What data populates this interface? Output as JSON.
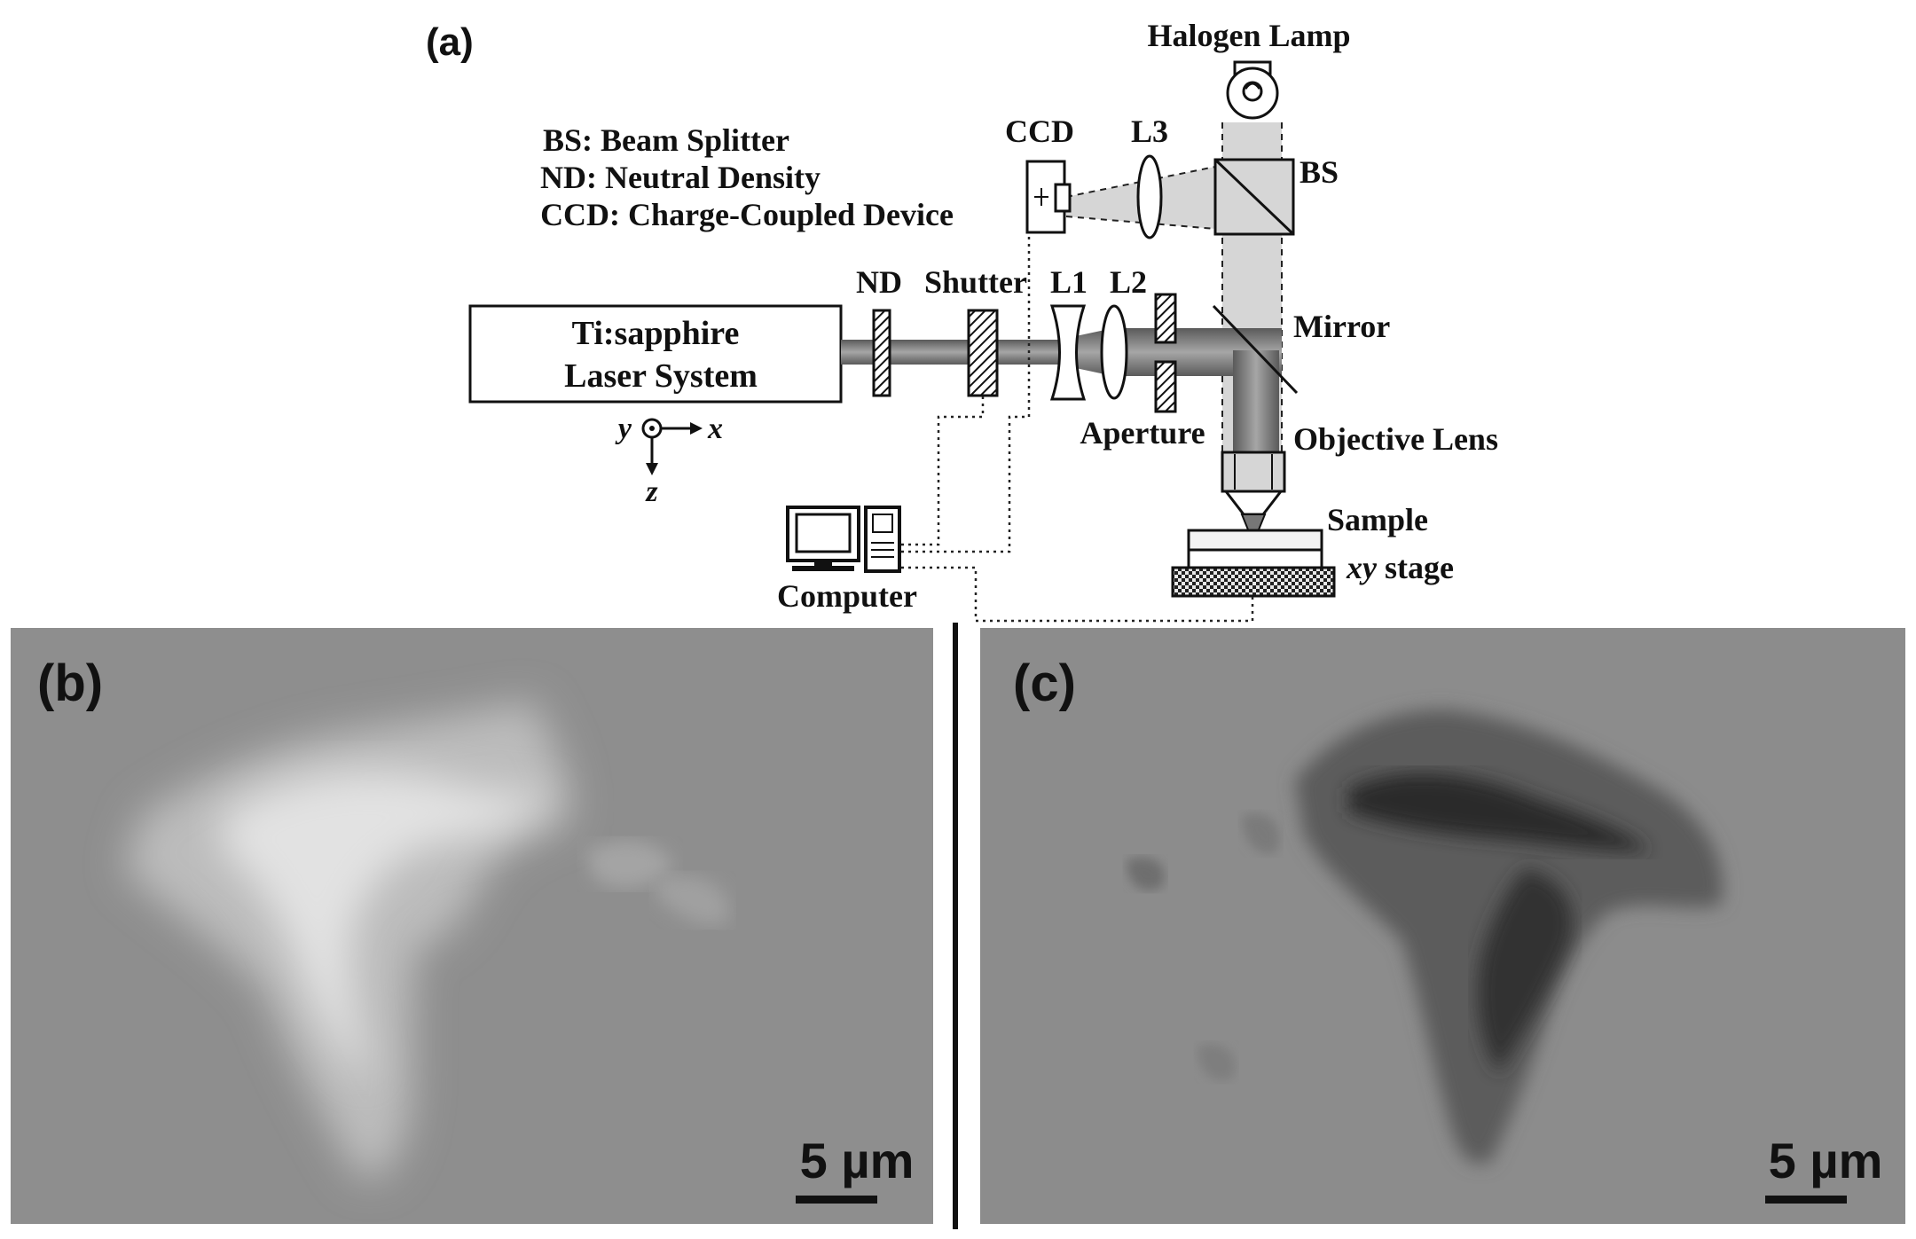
{
  "figure": {
    "panel_a": {
      "label": "(a)",
      "legend": [
        "BS: Beam Splitter",
        "ND: Neutral Density",
        "CCD: Charge-Coupled Device"
      ],
      "laser_line1": "Ti:sapphire",
      "laser_line2": "Laser System",
      "labels": {
        "halogen_lamp": "Halogen Lamp",
        "ccd": "CCD",
        "l3": "L3",
        "bs": "BS",
        "nd": "ND",
        "shutter": "Shutter",
        "l1": "L1",
        "l2": "L2",
        "mirror": "Mirror",
        "aperture": "Aperture",
        "objective_lens": "Objective Lens",
        "sample": "Sample",
        "xy_stage_italic": "xy",
        "xy_stage_rest": " stage",
        "computer": "Computer"
      },
      "axes": {
        "x": "x",
        "y": "y",
        "z": "z"
      }
    },
    "panel_b": {
      "label": "(b)",
      "scale_bar": "5 µm"
    },
    "panel_c": {
      "label": "(c)",
      "scale_bar": "5 µm"
    },
    "colors": {
      "beam": "#7a7a7a",
      "illumination": "#d6d6d6",
      "micrograph_bg": "#8e8e8e",
      "flake_bright": "#e2e2e2",
      "flake_dark": "#2e2e2e"
    }
  }
}
